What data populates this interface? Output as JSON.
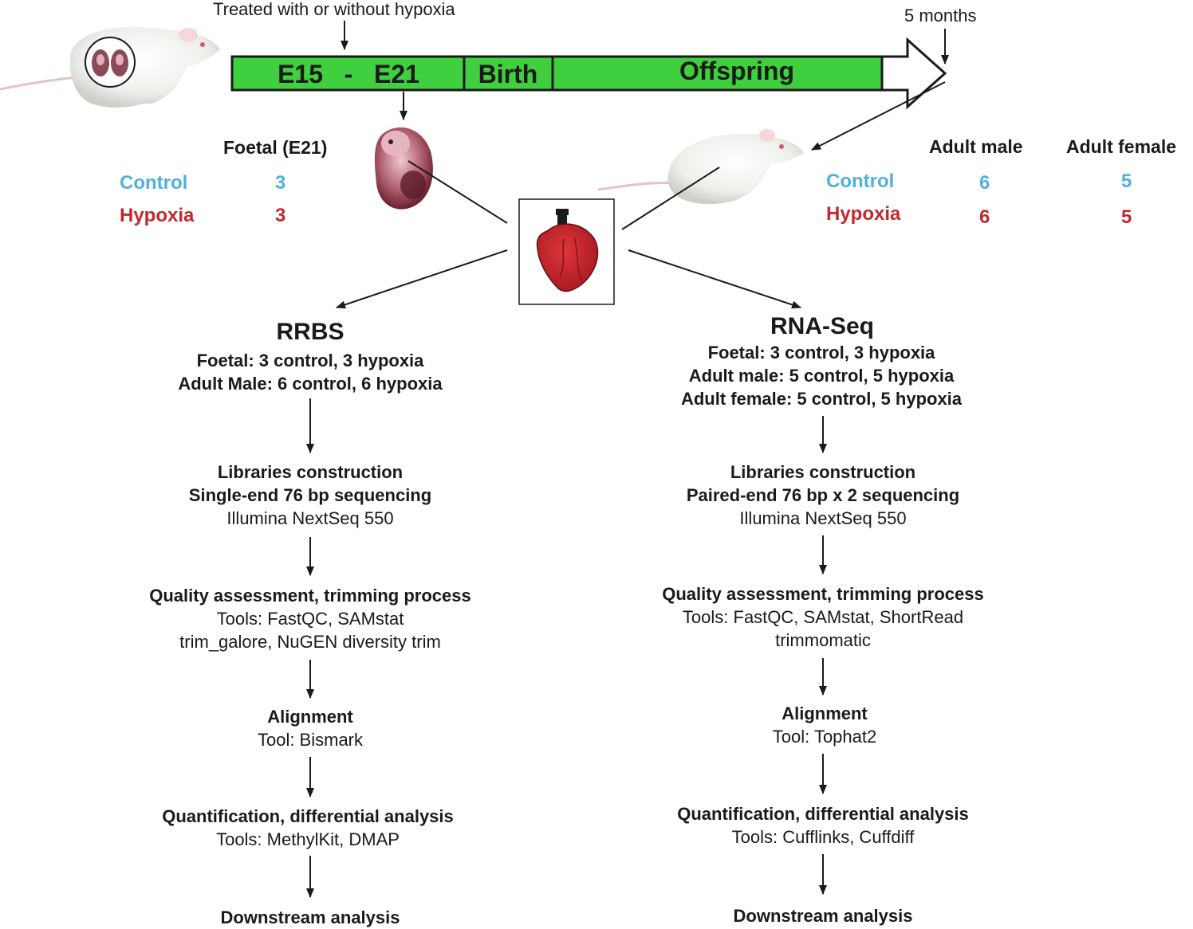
{
  "timeline": {
    "treatment_label": "Treated with or without hypoxia",
    "end_label": "5 months",
    "segments": [
      "E15   -   E21",
      "Birth",
      "Offspring"
    ],
    "bar_color": "#3fcf3f"
  },
  "foetal": {
    "title": "Foetal (E21)",
    "rows": [
      {
        "label": "Control",
        "n": "3"
      },
      {
        "label": "Hypoxia",
        "n": "3"
      }
    ]
  },
  "adult": {
    "male_title": "Adult male",
    "female_title": "Adult female",
    "rows": [
      {
        "label": "Control",
        "male": "6",
        "female": "5"
      },
      {
        "label": "Hypoxia",
        "male": "6",
        "female": "5"
      }
    ]
  },
  "colors": {
    "control": "#4fb0de",
    "hypoxia": "#c4282b",
    "heart": "#c8252c"
  },
  "rrbs": {
    "title": "RRBS",
    "samples": [
      "Foetal: 3 control, 3 hypoxia",
      "Adult Male: 6 control, 6 hypoxia"
    ],
    "steps": [
      {
        "bold": [
          "Libraries construction",
          "Single-end 76 bp sequencing"
        ],
        "normal": [
          "Illumina NextSeq 550"
        ]
      },
      {
        "bold": [
          "Quality assessment, trimming process"
        ],
        "normal": [
          "Tools: FastQC, SAMstat",
          "trim_galore, NuGEN diversity trim"
        ]
      },
      {
        "bold": [
          "Alignment"
        ],
        "normal": [
          "Tool: Bismark"
        ]
      },
      {
        "bold": [
          "Quantification, differential analysis"
        ],
        "normal": [
          "Tools: MethylKit, DMAP"
        ]
      },
      {
        "bold": [
          "Downstream analysis"
        ],
        "normal": []
      }
    ]
  },
  "rnaseq": {
    "title": "RNA-Seq",
    "samples": [
      "Foetal: 3 control, 3 hypoxia",
      "Adult male: 5 control, 5 hypoxia",
      "Adult female: 5 control, 5 hypoxia"
    ],
    "steps": [
      {
        "bold": [
          "Libraries construction",
          "Paired-end 76 bp x 2 sequencing"
        ],
        "normal": [
          "Illumina NextSeq 550"
        ]
      },
      {
        "bold": [
          "Quality assessment, trimming process"
        ],
        "normal": [
          "Tools: FastQC, SAMstat, ShortRead",
          "trimmomatic"
        ]
      },
      {
        "bold": [
          "Alignment"
        ],
        "normal": [
          "Tool: Tophat2"
        ]
      },
      {
        "bold": [
          "Quantification, differential analysis"
        ],
        "normal": [
          "Tools: Cufflinks, Cuffdiff"
        ]
      },
      {
        "bold": [
          "Downstream analysis"
        ],
        "normal": []
      }
    ]
  }
}
